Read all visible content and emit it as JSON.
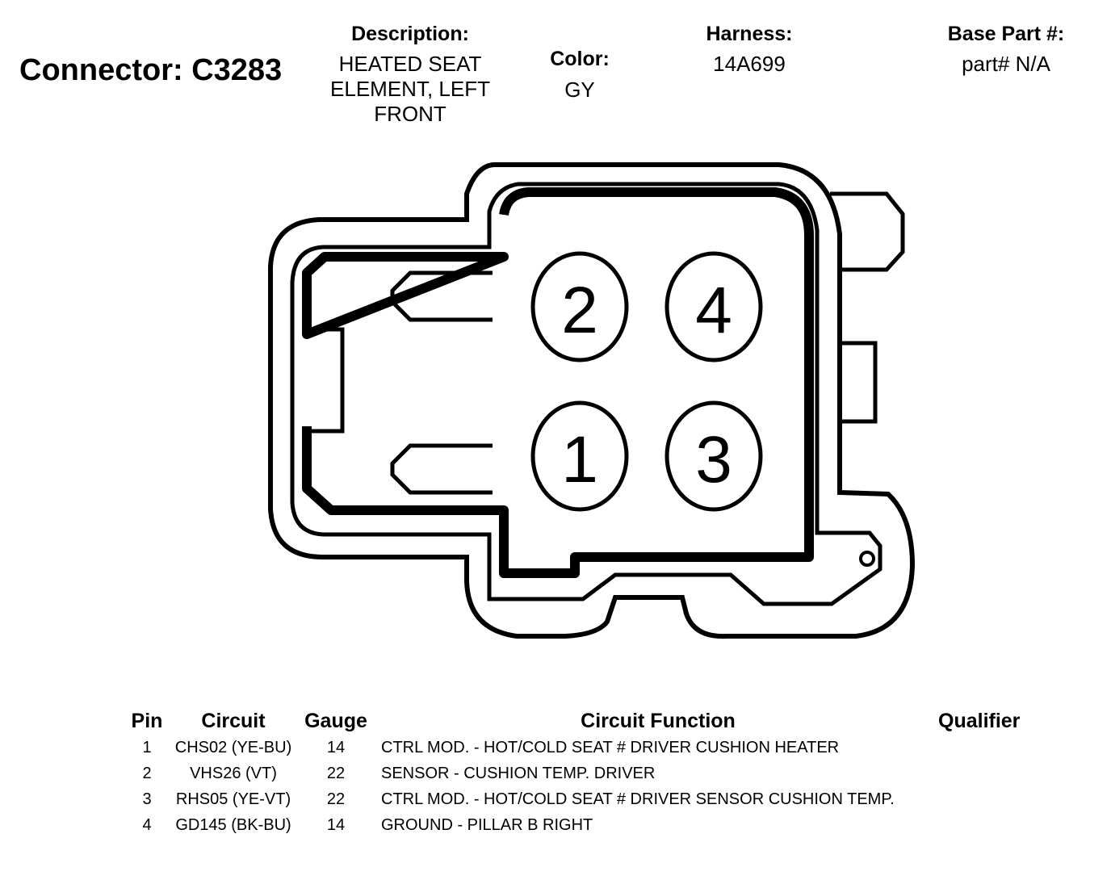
{
  "connector": {
    "label": "Connector: C3283"
  },
  "description": {
    "label": "Description:",
    "value": "HEATED SEAT ELEMENT, LEFT FRONT"
  },
  "color": {
    "label": "Color:",
    "value": "GY"
  },
  "harness": {
    "label": "Harness:",
    "value": "14A699"
  },
  "base_part": {
    "label": "Base Part #:",
    "value": "part# N/A"
  },
  "diagram": {
    "pin_labels": [
      "2",
      "4",
      "1",
      "3"
    ]
  },
  "table": {
    "headers": {
      "pin": "Pin",
      "circuit": "Circuit",
      "gauge": "Gauge",
      "function": "Circuit Function",
      "qualifier": "Qualifier"
    },
    "rows": [
      {
        "pin": "1",
        "circuit": "CHS02 (YE-BU)",
        "gauge": "14",
        "function": "CTRL MOD. - HOT/COLD SEAT # DRIVER CUSHION HEATER",
        "qualifier": ""
      },
      {
        "pin": "2",
        "circuit": "VHS26 (VT)",
        "gauge": "22",
        "function": "SENSOR - CUSHION TEMP. DRIVER",
        "qualifier": ""
      },
      {
        "pin": "3",
        "circuit": "RHS05 (YE-VT)",
        "gauge": "22",
        "function": "CTRL MOD. - HOT/COLD SEAT # DRIVER SENSOR CUSHION TEMP.",
        "qualifier": ""
      },
      {
        "pin": "4",
        "circuit": "GD145 (BK-BU)",
        "gauge": "14",
        "function": "GROUND - PILLAR B RIGHT",
        "qualifier": ""
      }
    ]
  }
}
